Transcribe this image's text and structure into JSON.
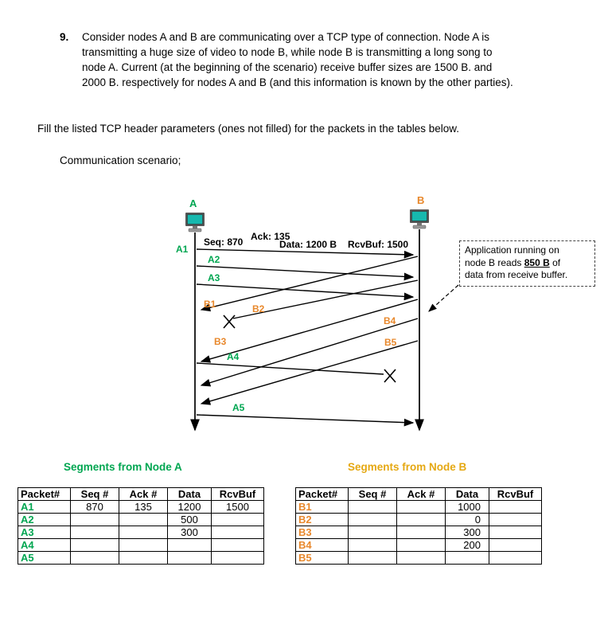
{
  "page": {
    "question_number": "9.",
    "question_text": "Consider nodes A and B are communicating over a TCP type of connection. Node A is transmitting a huge size of video to node B, while node B is transmitting a long song to node A. Current (at the beginning of the scenario) receive buffer sizes are 1500 B. and 2000 B. respectively for nodes A and B (and this information is known by the other parties).",
    "instruction": "Fill the listed TCP header parameters (ones not filled) for the packets in the tables below.",
    "scenario_label": "Communication scenario;"
  },
  "diagram": {
    "node_a_label": "A",
    "node_b_label": "B",
    "a1_info": {
      "seq": "Seq: 870",
      "ack": "Ack: 135",
      "data": "Data: 1200 B",
      "rcvbuf": "RcvBuf: 1500"
    },
    "labels": {
      "a1": "A1",
      "a2": "A2",
      "a3": "A3",
      "a4": "A4",
      "a5": "A5",
      "b1": "B1",
      "b2": "B2",
      "b3": "B3",
      "b4": "B4",
      "b5": "B5"
    },
    "note": {
      "line1": "Application running on",
      "line2_pre": "node B reads ",
      "line2_emph": "850 B",
      "line2_post": " of",
      "line3": "data from receive buffer."
    }
  },
  "table_a": {
    "title": "Segments from Node A",
    "headers": [
      "Packet#",
      "Seq #",
      "Ack #",
      "Data",
      "RcvBuf"
    ],
    "rows": [
      [
        "A1",
        "870",
        "135",
        "1200",
        "1500"
      ],
      [
        "A2",
        "",
        "",
        "500",
        ""
      ],
      [
        "A3",
        "",
        "",
        "300",
        ""
      ],
      [
        "A4",
        "",
        "",
        "",
        ""
      ],
      [
        "A5",
        "",
        "",
        "",
        ""
      ]
    ]
  },
  "table_b": {
    "title": "Segments from Node B",
    "headers": [
      "Packet#",
      "Seq #",
      "Ack #",
      "Data",
      "RcvBuf"
    ],
    "rows": [
      [
        "B1",
        "",
        "",
        "1000",
        ""
      ],
      [
        "B2",
        "",
        "",
        "0",
        ""
      ],
      [
        "B3",
        "",
        "",
        "300",
        ""
      ],
      [
        "B4",
        "",
        "",
        "200",
        ""
      ],
      [
        "B5",
        "",
        "",
        "",
        ""
      ]
    ]
  },
  "colors": {
    "node_a_green": "#00A651",
    "node_b_orange": "#E8882C",
    "heading_b_yellow": "#E5A812"
  }
}
